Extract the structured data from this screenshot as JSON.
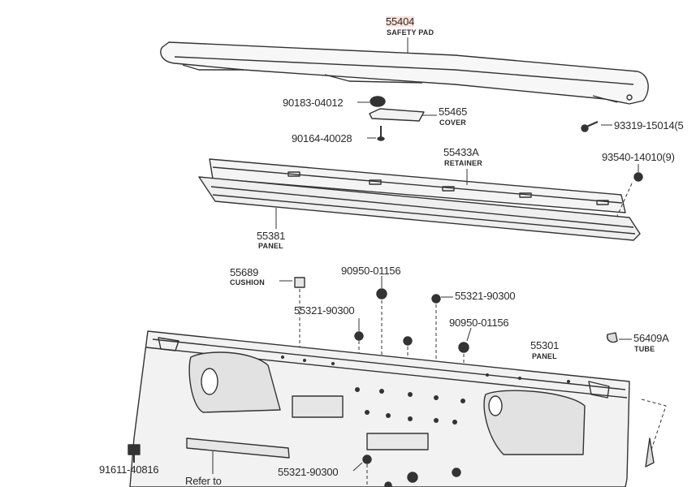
{
  "highlight_color": "#fbe3dc",
  "labels": {
    "safety_pad_number": "55404",
    "safety_pad_name": "SAFETY PAD",
    "clip_number": "90183-04012",
    "cover_number": "55465",
    "cover_name": "COVER",
    "screw_number": "90164-40028",
    "screw_right_number": "93319-15014(5",
    "retainer_number": "55433A",
    "retainer_name": "RETAINER",
    "bolt_right_number": "93540-14010(9)",
    "upper_panel_number": "55381",
    "upper_panel_name": "PANEL",
    "cushion_number": "55689",
    "cushion_name": "CUSHION",
    "nut_top_number": "90950-01156",
    "nut_right_top_number": "55321-90300",
    "nut_left_number": "55321-90300",
    "nut_mid_number": "90950-01156",
    "lower_panel_number": "55301",
    "lower_panel_name": "PANEL",
    "tube_number": "56409A",
    "tube_name": "TUBE",
    "bottom_left_number": "91611-40816",
    "refer_text": "Refer to",
    "bottom_nut_number": "55321-90300"
  }
}
